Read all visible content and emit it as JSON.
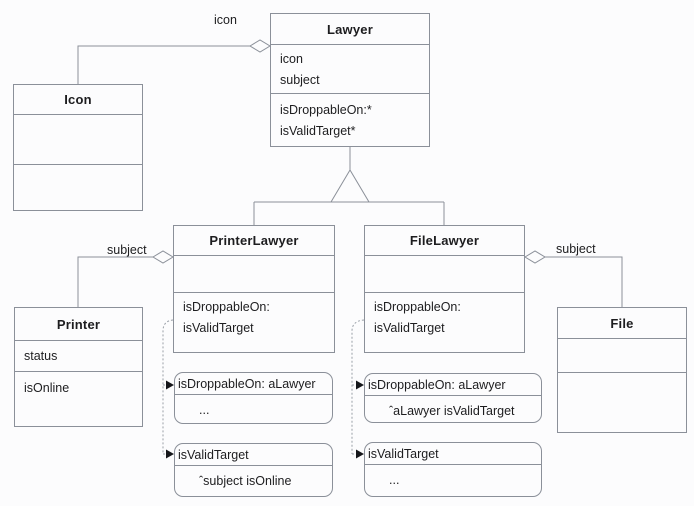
{
  "diagram": {
    "kind": "uml-class-diagram",
    "classes": {
      "lawyer": {
        "name": "Lawyer",
        "attributes": [
          "icon",
          "subject"
        ],
        "methods": [
          "isDroppableOn:*",
          "isValidTarget*"
        ]
      },
      "icon": {
        "name": "Icon",
        "attributes": [],
        "methods": []
      },
      "printer_lawyer": {
        "name": "PrinterLawyer",
        "attributes": [],
        "methods": [
          "isDroppableOn:",
          "isValidTarget"
        ]
      },
      "file_lawyer": {
        "name": "FileLawyer",
        "attributes": [],
        "methods": [
          "isDroppableOn:",
          "isValidTarget"
        ]
      },
      "printer": {
        "name": "Printer",
        "attributes": [
          "status"
        ],
        "methods": [
          "isOnline"
        ]
      },
      "file": {
        "name": "File",
        "attributes": [],
        "methods": []
      }
    },
    "association_labels": {
      "icon": "icon",
      "subject_left": "subject",
      "subject_right": "subject"
    },
    "method_notes": {
      "printer_is_droppable": {
        "header": "isDroppableOn: aLawyer",
        "body": "..."
      },
      "printer_is_valid": {
        "header": "isValidTarget",
        "body": "ˆsubject isOnline"
      },
      "file_is_droppable": {
        "header": "isDroppableOn: aLawyer",
        "body": "ˆaLawyer isValidTarget"
      },
      "file_is_valid": {
        "header": "isValidTarget",
        "body": "..."
      }
    },
    "colors": {
      "line": "#8b9099",
      "text": "#1d1d1f",
      "background": "#fcfcfd",
      "arrow": "#15161a"
    }
  }
}
